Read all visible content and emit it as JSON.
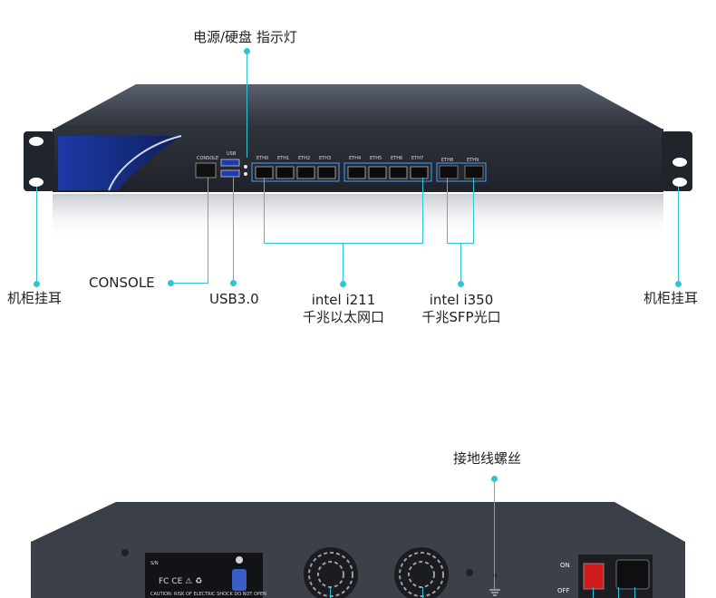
{
  "front": {
    "labels": {
      "power_led": "电源/硬盘 指示灯",
      "rack_ear_left": "机柜挂耳",
      "rack_ear_right": "机柜挂耳",
      "console": "CONSOLE",
      "usb": "USB3.0",
      "intel_i211_line1": "intel i211",
      "intel_i211_line2": "千兆以太网口",
      "intel_i350_line1": "intel i350",
      "intel_i350_line2": "千兆SFP光口"
    },
    "panel_text": {
      "console": "CONSOLE",
      "usb": "USB",
      "eth": [
        "ETH0",
        "ETH1",
        "ETH2",
        "ETH3",
        "ETH4",
        "ETH5",
        "ETH6",
        "ETH7"
      ],
      "sfp": [
        "ETH8",
        "ETH9"
      ]
    }
  },
  "rear": {
    "labels": {
      "ground_screw": "接地线螺丝"
    },
    "panel_text": {
      "sn": "S/N",
      "cert": "FC CE ⚠ ♻",
      "caution": "CAUTION: RISK OF ELECTRIC SHOCK DO NOT OPEN",
      "on": "ON",
      "off": "OFF"
    }
  },
  "colors": {
    "accent": "#2ec4d4",
    "chassis": "#3b4049",
    "panel_blue": "#1d3a8f"
  },
  "icons": [
    "usb-icon",
    "rj45-port-icon",
    "sfp-port-icon",
    "fan-icon",
    "ground-icon",
    "power-switch-icon",
    "power-socket-icon",
    "vga-port-icon"
  ]
}
